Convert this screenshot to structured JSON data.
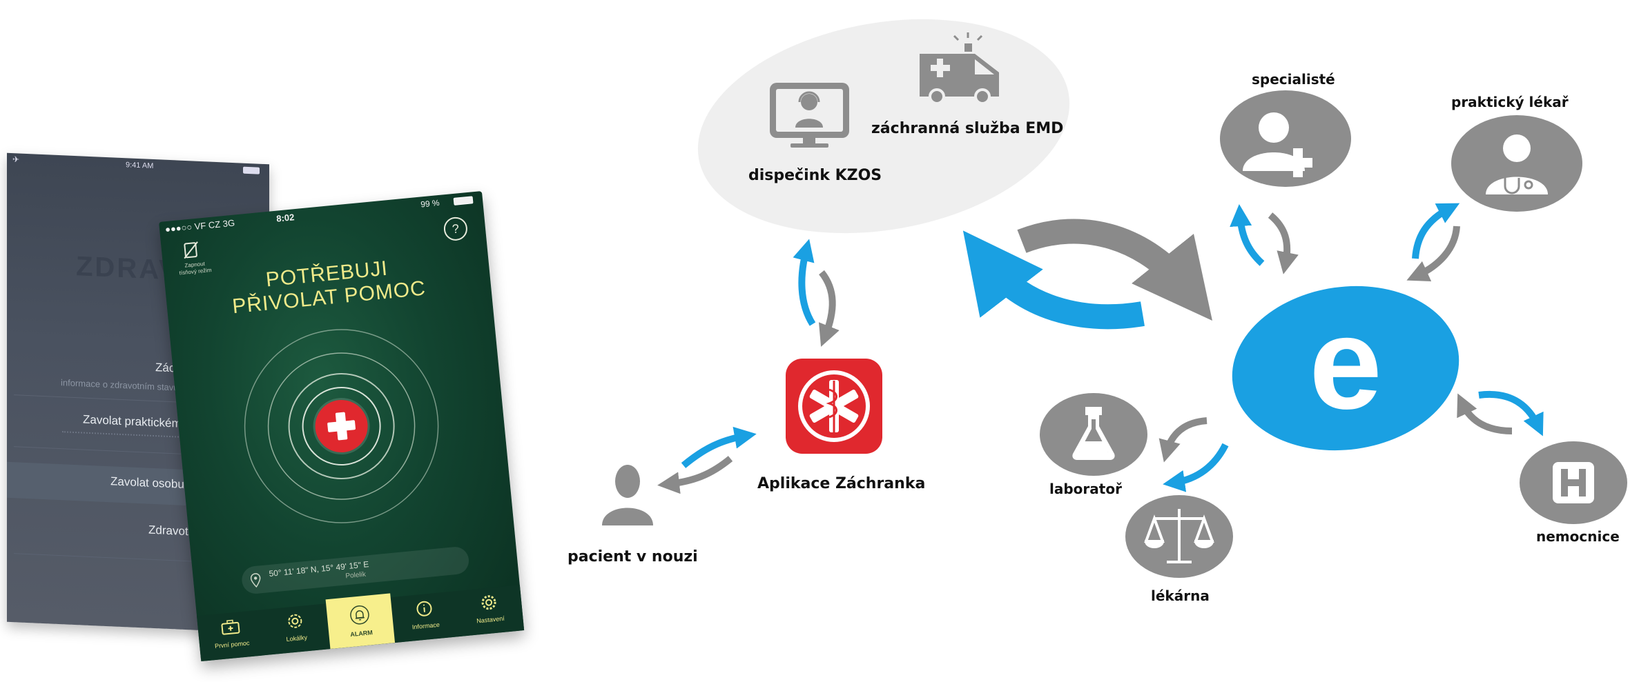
{
  "phones": {
    "back": {
      "status_time": "9:41 AM",
      "title_partial": "ZDRAV",
      "menu": [
        "Zách",
        "Zavolat praktickému le",
        "Zavolat osobu blízl",
        "Zdravotní úda"
      ],
      "sub_text": "informace o zdravotním stavu"
    },
    "front": {
      "carrier": "●●●○○ VF CZ   3G",
      "time": "8:02",
      "battery": "99 %",
      "silent_label": "Zapnout tísňový režim",
      "help_icon": "?",
      "headline_1": "POTŘEBUJI",
      "headline_2": "PŘIVOLAT POMOC",
      "location_1": "50° 11' 18\" N, 15° 49' 15\" E",
      "location_2": "Polelik",
      "nav": [
        {
          "label": "První pomoc",
          "icon": "first-aid-kit-icon"
        },
        {
          "label": "Lokálky",
          "icon": "location-gear-icon"
        },
        {
          "label": "ALARM",
          "icon": "bell-icon",
          "active": true
        },
        {
          "label": "Informace",
          "icon": "info-icon"
        },
        {
          "label": "Nastavení",
          "icon": "settings-icon"
        }
      ]
    }
  },
  "diagram": {
    "cloud": {
      "dispatch_label": "dispečink KZOS",
      "ems_label": "záchranná služba EMD"
    },
    "app_label": "Aplikace Záchranka",
    "patient_label": "pacient v nouzi",
    "hub_letter": "e",
    "nodes": {
      "specialists": "specialisté",
      "gp": "praktický lékař",
      "lab": "laboratoř",
      "pharmacy": "lékárna",
      "hospital": "nemocnice"
    },
    "colors": {
      "blue": "#1aa0e2",
      "gray_arrow": "#8a8a8a",
      "node_gray": "#8d8d8d",
      "red": "#e0282e",
      "phone_green": "#0f3b2a",
      "phone_yellow": "#f7ef8c"
    }
  }
}
